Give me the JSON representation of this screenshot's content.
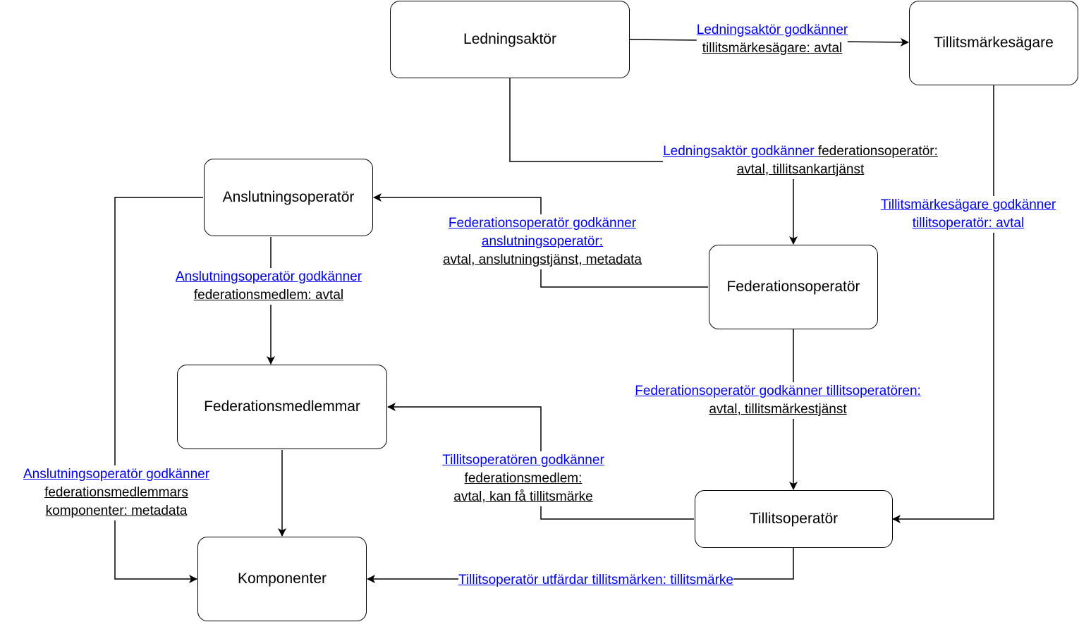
{
  "colors": {
    "link": "#0000EE",
    "text": "#000000",
    "stroke": "#000000",
    "background": "#ffffff"
  },
  "nodes": {
    "ledningsaktor": "Ledningsaktör",
    "tillitsmarkesagare": "Tillitsmärkesägare",
    "anslutningsoperator": "Anslutningsoperatör",
    "federationsoperator": "Federationsoperatör",
    "federationsmedlemmar": "Federationsmedlemmar",
    "tillitsoperator": "Tillitsoperatör",
    "komponenter": "Komponenter"
  },
  "edges": {
    "e1": {
      "line1": [
        "Ledningsaktör godkänner "
      ],
      "line2_link": "",
      "line2": "tillitsmärkesägare: avtal"
    },
    "e2": {
      "line1_link": "Ledningsaktör godkänner ",
      "line1_text": "federationsoperatör: ",
      "line2": "avtal, tillitsankartjänst"
    },
    "e3": {
      "line1": "Tillitsmärkesägare godkänner ",
      "line2": "tillitsoperatör: avtal"
    },
    "e4": {
      "line1": "Federationsoperatör godkänner ",
      "line2": "anslutningsoperatör: ",
      "line3": "avtal, anslutningstjänst, metadata"
    },
    "e5": {
      "line1": "Anslutningsoperatör godkänner ",
      "line2": "federationsmedlem: avtal"
    },
    "e6": {
      "line1": "Federationsoperatör godkänner tillitsoperatören: ",
      "line2": "avtal, tillitsmärkestjänst"
    },
    "e7": {
      "line1": "Tillitsoperatören godkänner ",
      "line2": "federationsmedlem: ",
      "line3": "avtal, kan få tillitsmärke "
    },
    "e8": {
      "line1": "Anslutningsoperatör godkänner ",
      "line2": "federationsmedlemmars ",
      "line3": "komponenter: metadata"
    },
    "e9": {
      "line1": "Tillitsoperatör utfärdar tillitsmärken: tillitsmärke"
    }
  }
}
